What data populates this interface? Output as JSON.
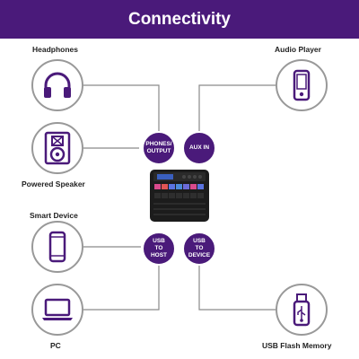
{
  "title": "Connectivity",
  "accent_color": "#4a1a7a",
  "devices": {
    "headphones": {
      "label": "Headphones",
      "icon": "headphones-icon"
    },
    "powered_speaker": {
      "label": "Powered Speaker",
      "icon": "speaker-icon"
    },
    "smart_device": {
      "label": "Smart Device",
      "icon": "smartphone-icon"
    },
    "pc": {
      "label": "PC",
      "icon": "laptop-icon"
    },
    "audio_player": {
      "label": "Audio Player",
      "icon": "audio-player-icon"
    },
    "usb_flash": {
      "label": "USB Flash Memory",
      "icon": "usb-drive-icon"
    }
  },
  "ports": {
    "phones_output": "PHONES/\nOUTPUT",
    "aux_in": "AUX IN",
    "usb_to_host": "USB\nTO\nHOST",
    "usb_to_device": "USB\nTO\nDEVICE"
  }
}
